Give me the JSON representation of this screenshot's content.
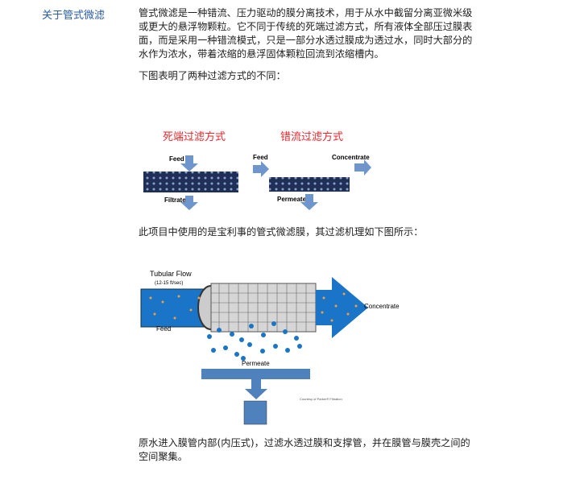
{
  "sidebar": {
    "title": "关于管式微滤"
  },
  "content": {
    "intro": "管式微滤是一种错流、压力驱动的膜分离技术，用于从水中截留分离亚微米级或更大的悬浮物颗粒。它不同于传统的死端过滤方式，所有液体全部压过膜表面，而是采用一种错流模式，只是一部分水透过膜成为透过水，同时大部分的水作为浓水，带着浓缩的悬浮固体颗粒回流到浓缩槽内。",
    "figure1_caption": "下图表明了两种过滤方式的不同：",
    "figure1": {
      "left_title": "死端过滤方式",
      "right_title": "错流过滤方式",
      "feed": "Feed",
      "filtrate": "Filtrate",
      "feed2": "Feed",
      "concentrate": "Concentrate",
      "permeate": "Permeate",
      "title_color": "#e8262c"
    },
    "figure2_caption": "此项目中使用的是宝利事的管式微滤膜，其过滤机理如下图所示：",
    "figure2": {
      "tubular_flow": "Tubular Flow",
      "speed": "(12-15 ft/sec)",
      "feed": "Feed",
      "concentrate": "Concentrate",
      "permeate": "Permeate",
      "courtesy": "Courtesy of Parker® Filtration",
      "blue": "#1a75c8"
    },
    "outro": "原水进入膜管内部(内压式)，过滤水透过膜和支撑管，并在膜管与膜壳之间的空间聚集。"
  }
}
